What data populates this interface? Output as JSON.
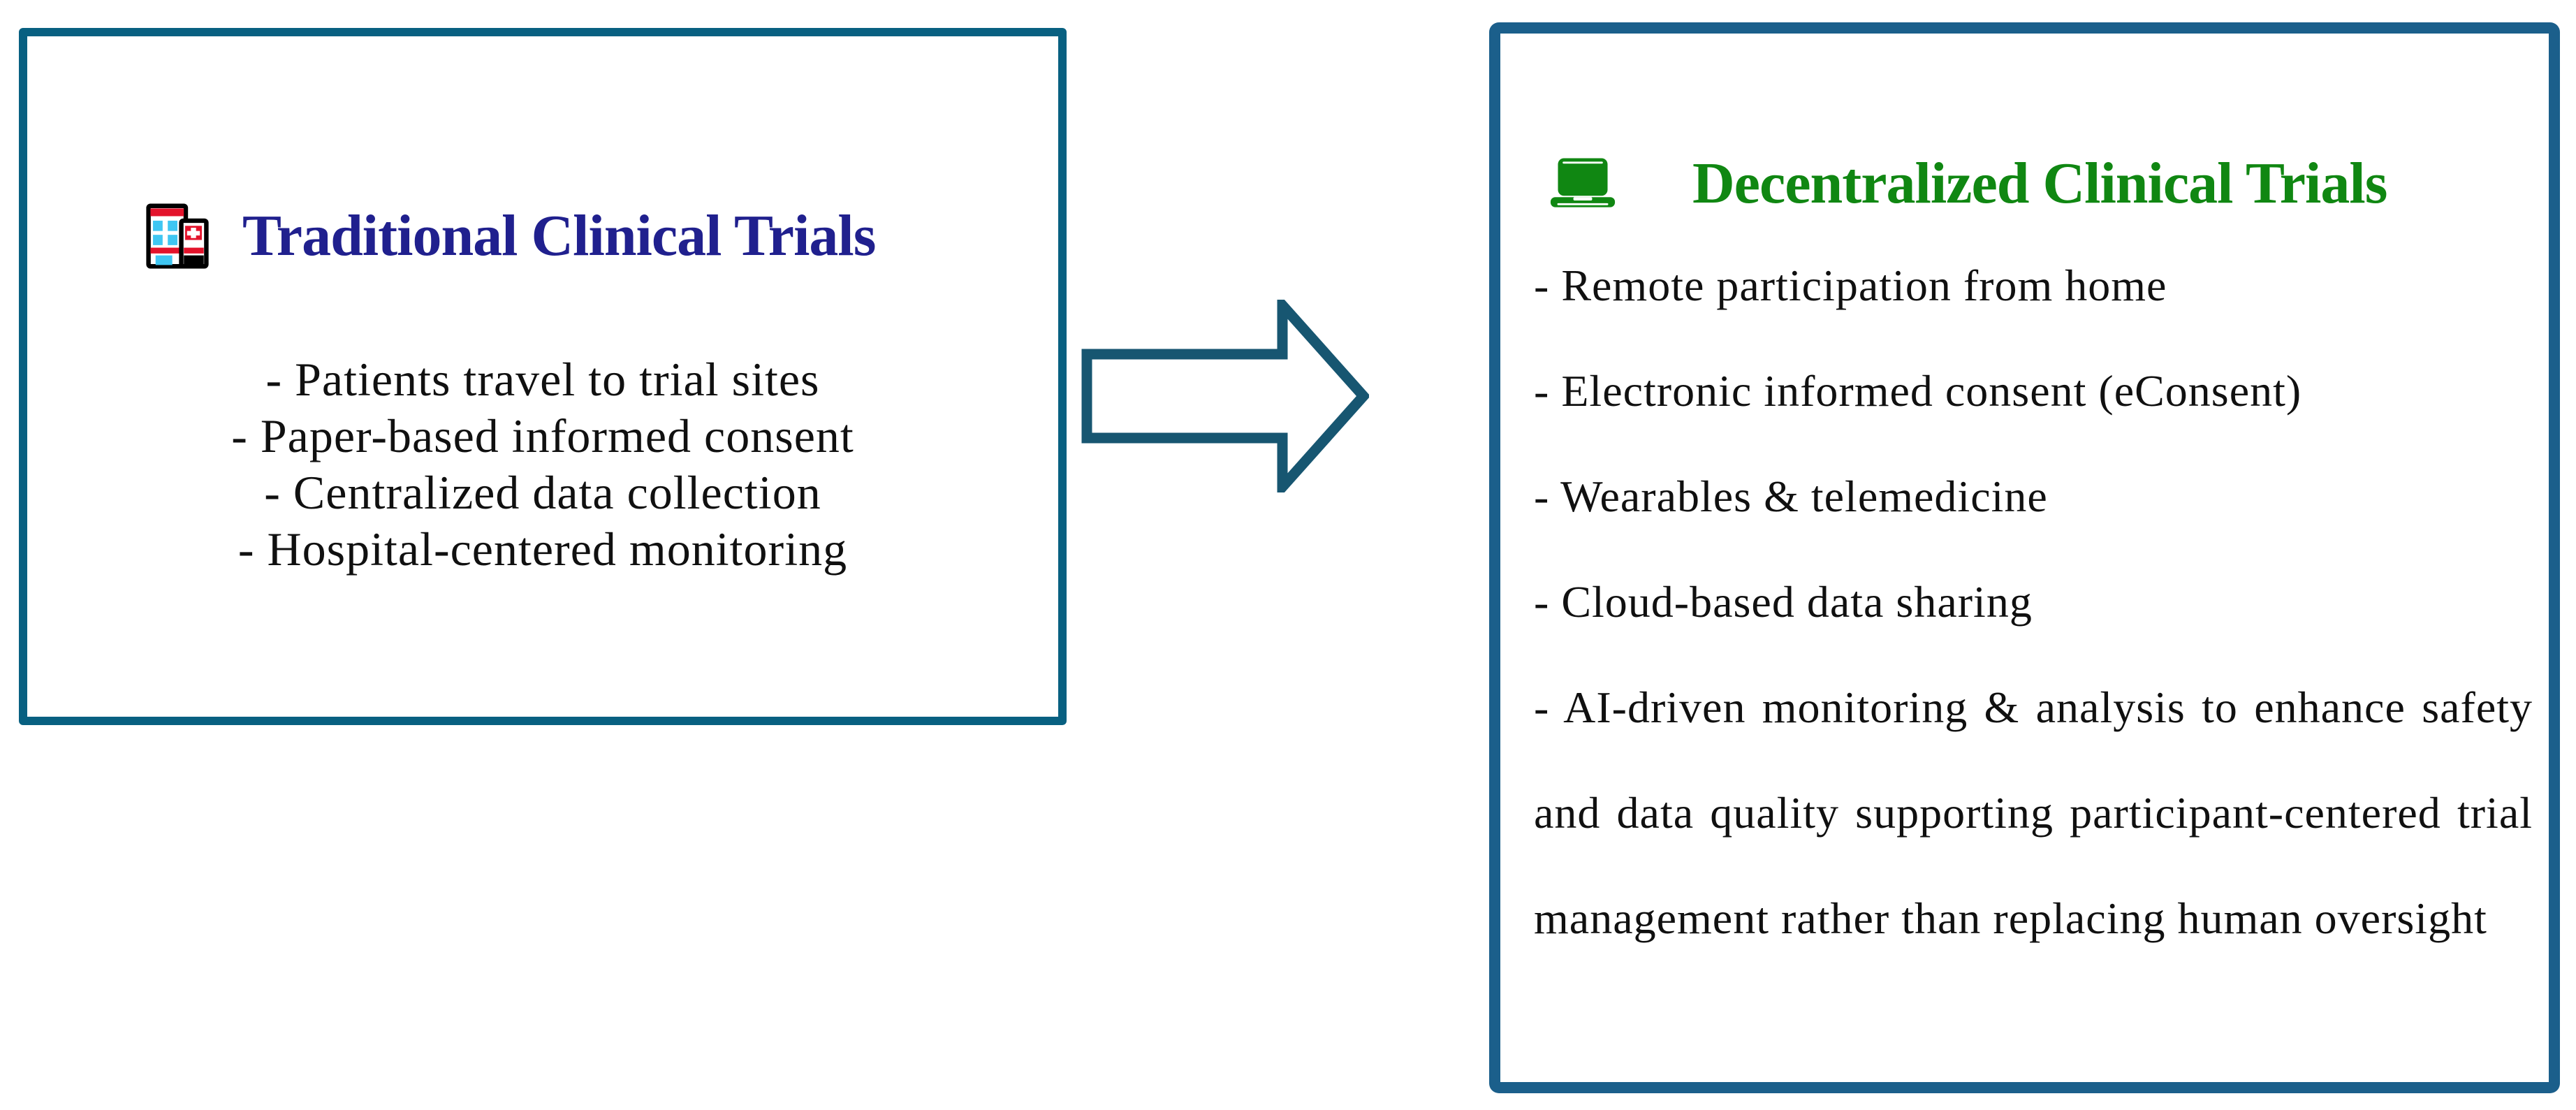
{
  "left_box": {
    "icon": "hospital-icon",
    "title": "Traditional Clinical Trials",
    "items": [
      "- Patients travel to trial sites",
      "- Paper-based informed consent",
      "- Centralized data collection",
      "- Hospital-centered monitoring"
    ]
  },
  "arrow": {
    "direction": "right",
    "meaning": "transition from traditional to decentralized trials"
  },
  "right_box": {
    "icon": "laptop-icon",
    "title": "Decentralized Clinical Trials",
    "items": [
      "- Remote participation from home",
      "- Electronic informed consent (eConsent)",
      "- Wearables & telemedicine",
      "- Cloud-based data sharing"
    ],
    "paragraph": "- AI-driven monitoring & analysis to enhance safety and data quality supporting participant-centered trial management rather than replacing human oversight"
  },
  "colors": {
    "trad_border": "#086081",
    "dec_border": "#1B5F8B",
    "trad_title": "#20208E",
    "dec_title": "#108712",
    "body_text": "#101010",
    "arrow_stroke": "#175671",
    "arrow_fill": "#FFFFFF",
    "icon_green": "#108712",
    "hospital_red": "#E3132B",
    "hospital_cyan": "#3FC6F2"
  }
}
